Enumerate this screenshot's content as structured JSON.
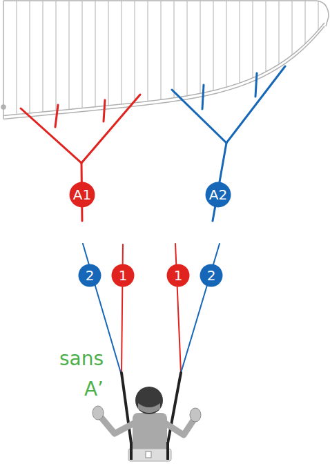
{
  "diagram": {
    "nodes": [
      {
        "text": [
          "A1"
        ]
      },
      {
        "text": [
          "A2"
        ]
      },
      {
        "text": [
          "2"
        ]
      },
      {
        "text": [
          "1"
        ]
      },
      {
        "text": [
          "1"
        ]
      },
      {
        "text": [
          "2"
        ]
      }
    ],
    "labels": [
      "sans A’"
    ]
  }
}
